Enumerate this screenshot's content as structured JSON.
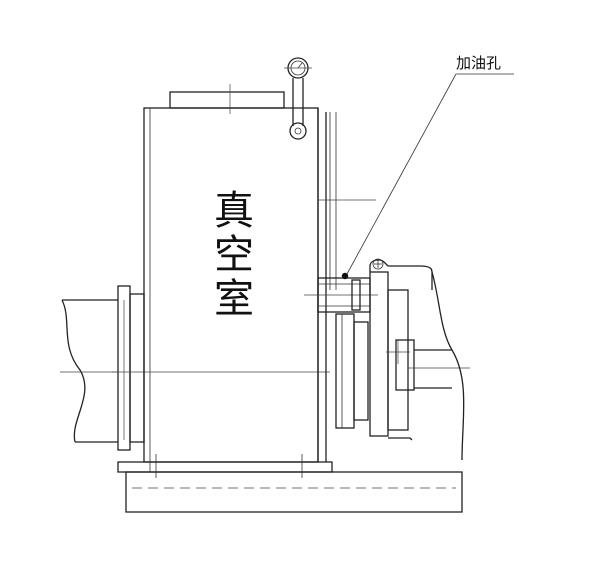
{
  "diagram": {
    "chamber_label": [
      "真",
      "空",
      "室"
    ],
    "oil_hole_label": "加油孔"
  },
  "colors": {
    "line": "#222222",
    "background": "#ffffff"
  },
  "icons": {
    "gauge": "pressure-gauge-icon",
    "oil_hole": "oil-hole-icon",
    "pivot": "pivot-icon"
  }
}
